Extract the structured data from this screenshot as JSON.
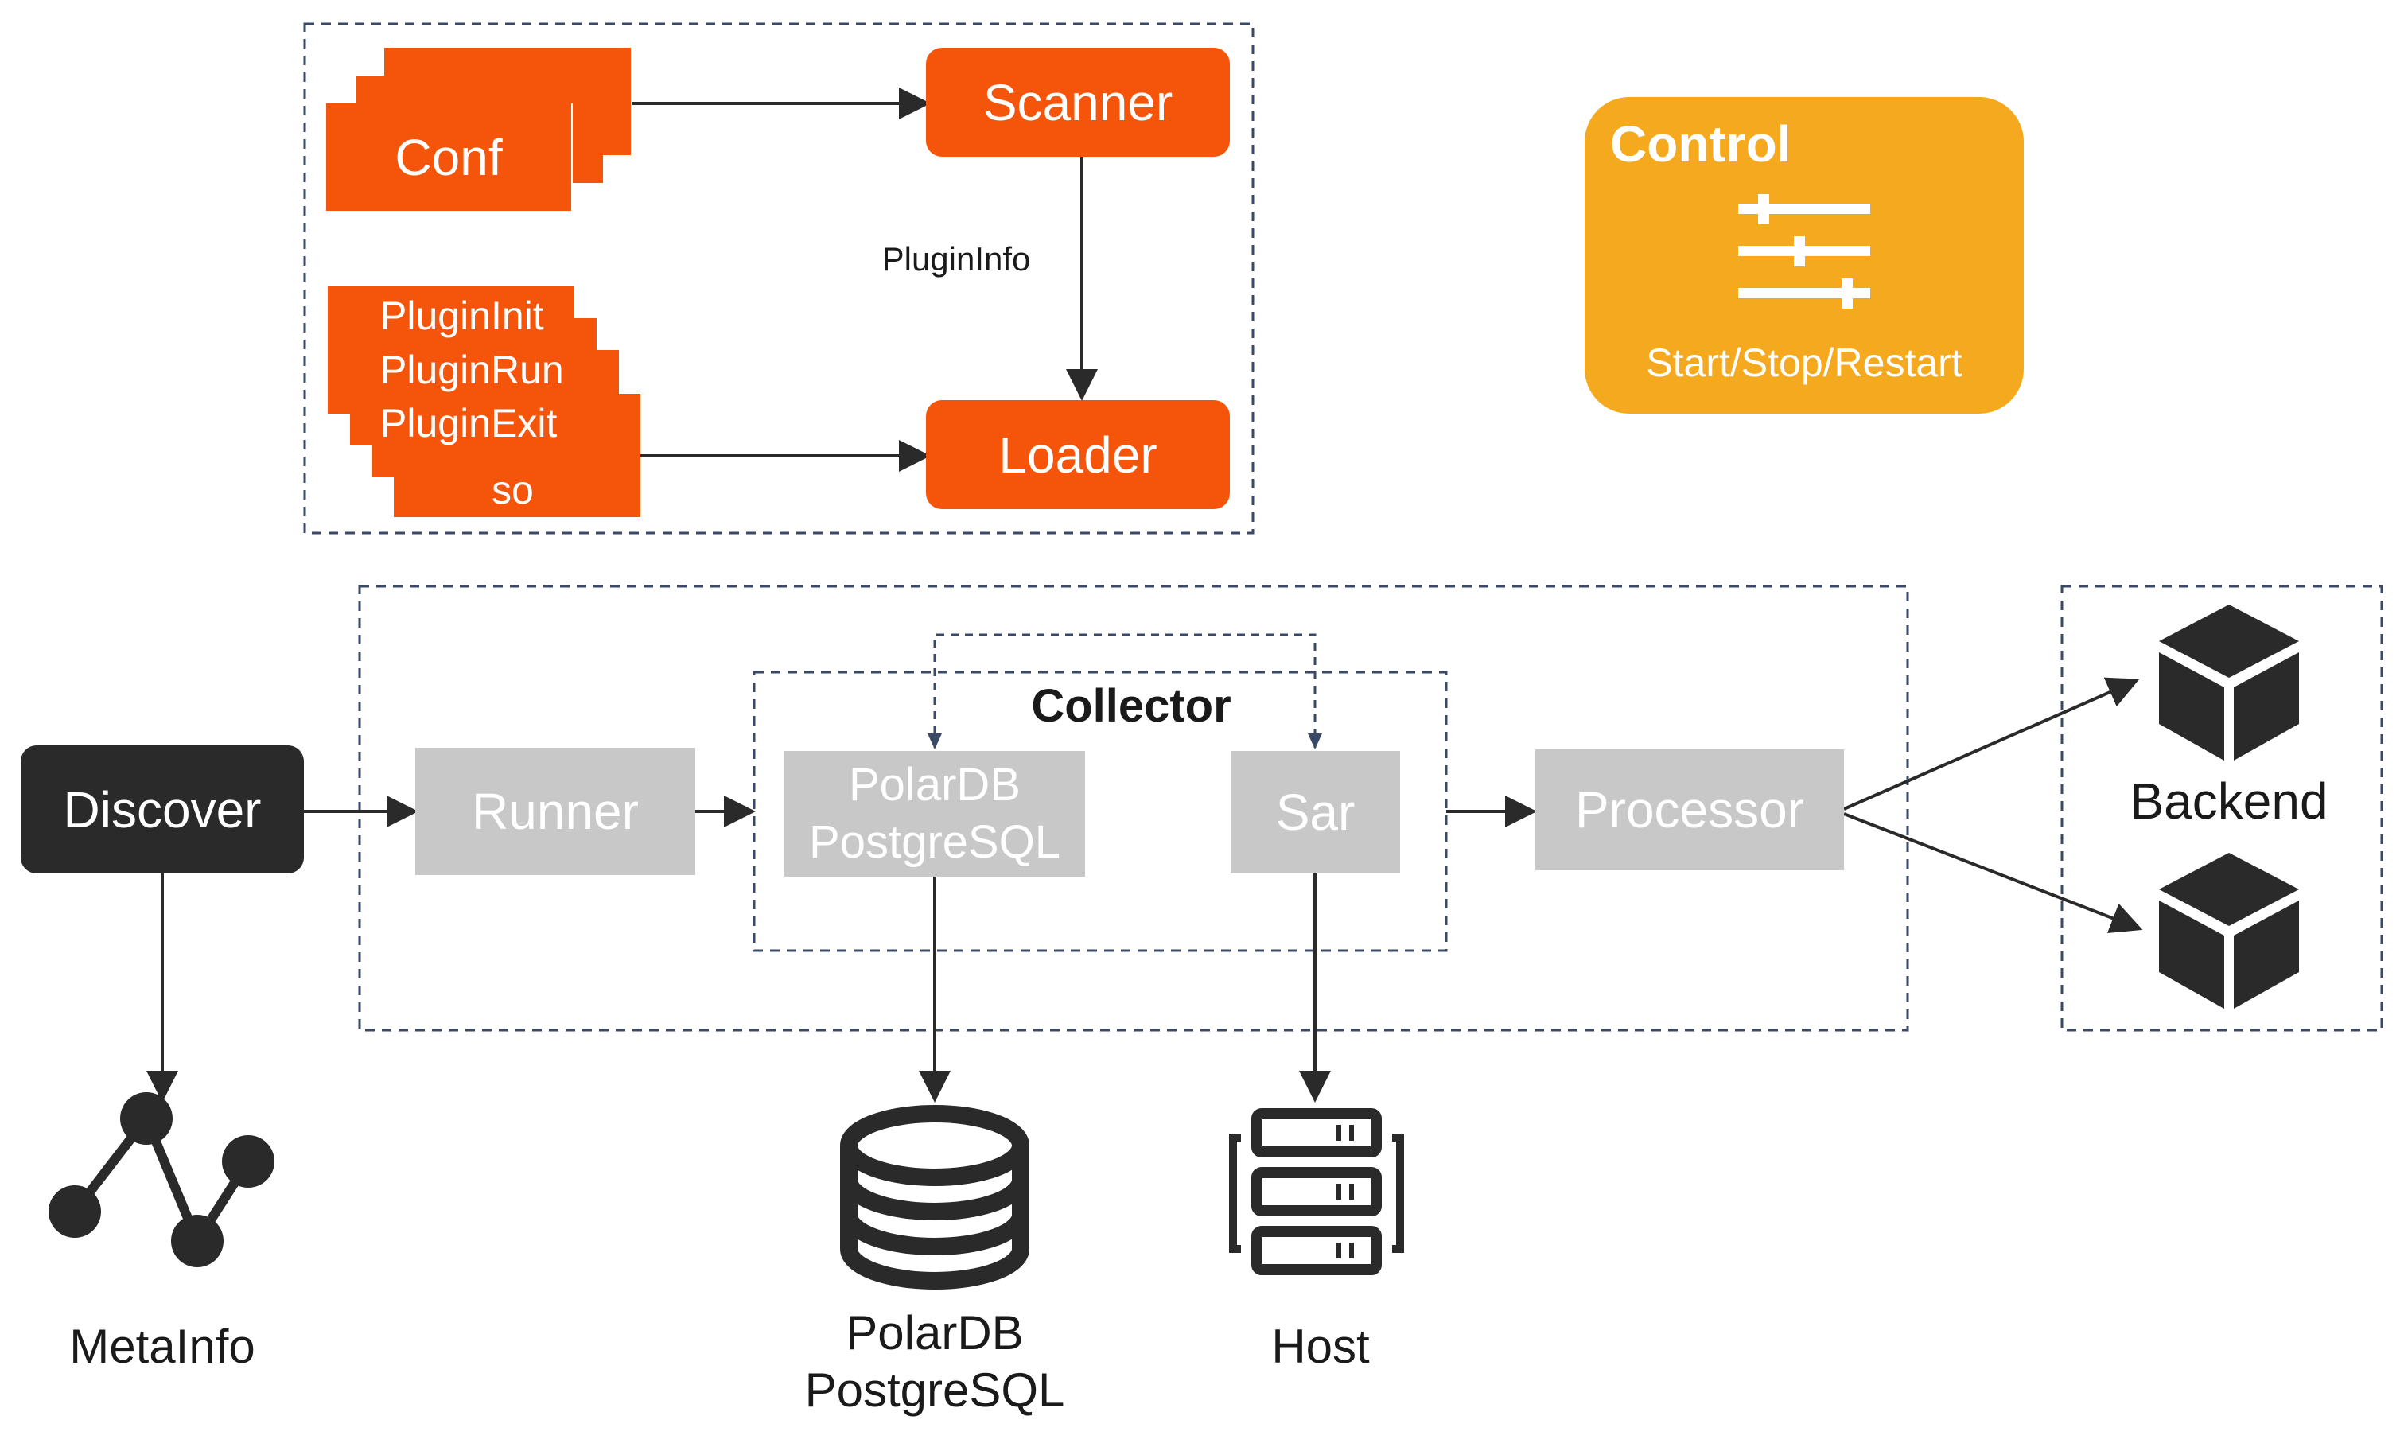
{
  "colors": {
    "orange": "#f4550a",
    "control": "#f4a91f",
    "grey": "#c8c8c8",
    "dark": "#2a2a2a",
    "line": "#2a2a2a",
    "dashed_arrow": "#3a4a66"
  },
  "plugin_group": {
    "conf": "Conf",
    "scanner": "Scanner",
    "loader": "Loader",
    "edge_label": "PluginInfo",
    "plugin_lines": [
      "PluginInit",
      "PluginRun",
      "PluginExit",
      "so"
    ]
  },
  "control": {
    "title": "Control",
    "subtitle": "Start/Stop/Restart",
    "icon": "sliders-icon"
  },
  "pipeline": {
    "discover": "Discover",
    "runner": "Runner",
    "collector_title": "Collector",
    "polardb_line1": "PolarDB",
    "polardb_line2": "PostgreSQL",
    "sar": "Sar",
    "processor": "Processor",
    "backend": "Backend"
  },
  "bottom": {
    "metainfo": "MetaInfo",
    "db_line1": "PolarDB",
    "db_line2": "PostgreSQL",
    "host": "Host"
  },
  "icons": [
    "graph-nodes-icon",
    "database-icon",
    "server-rack-icon",
    "cube-icon",
    "cube-icon"
  ]
}
